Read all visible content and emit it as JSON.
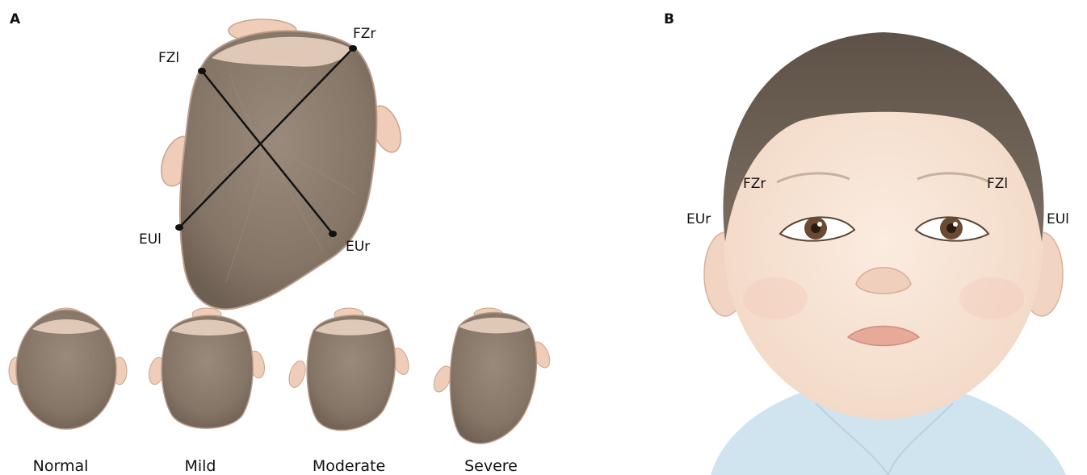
{
  "panels": {
    "a": "A",
    "b": "B"
  },
  "panel_a": {
    "landmarks": {
      "fzl": "FZl",
      "fzr": "FZr",
      "eul": "EUl",
      "eur": "EUr"
    },
    "severity": [
      "Normal",
      "Mild",
      "Moderate",
      "Severe"
    ]
  },
  "panel_b": {
    "landmarks": {
      "fzr": "FZr",
      "fzl": "FZl",
      "eur": "EUr",
      "eul": "EUl"
    }
  },
  "colors": {
    "hair": "#857567",
    "skin": "#f4dccb",
    "line": "#111111",
    "shirt": "#cfe4ee"
  }
}
